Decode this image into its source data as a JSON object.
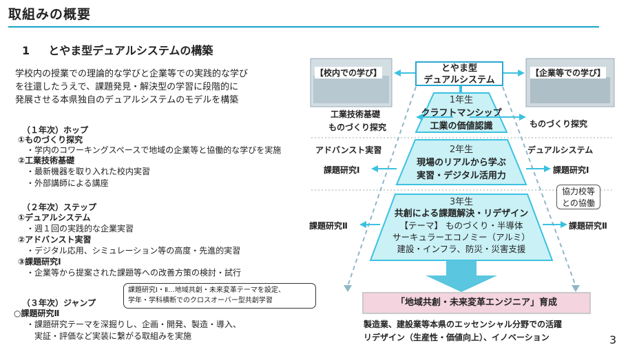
{
  "header": {
    "title": "取組みの概要",
    "section_number": "1",
    "section_title": "とやま型デュアルシステムの構築"
  },
  "intro": {
    "lines": [
      "学校内の授業での理論的な学びと企業等での実践的な学び",
      "を往還したうえで、課題発見・解決型の学習に段階的に",
      "発展させる本県独自のデュアルシステムのモデルを構築"
    ]
  },
  "year1": {
    "heading": "（１年次）ホップ",
    "item1_title": "①ものづくり探究",
    "item1_detail": "・学内のコワーキングスペースで地域の企業等と協働的な学びを実施",
    "item2_title": "②工業技術基礎",
    "item2_detail1": "・最新機器を取り入れた校内実習",
    "item2_detail2": "・外部講師による講座"
  },
  "year2": {
    "heading": "（２年次）ステップ",
    "item1_title": "①デュアルシステム",
    "item1_detail": "・週１回の実践的な企業実習",
    "item2_title": "②アドバンスト実習",
    "item2_detail": "・デジタル応用、シミュレーション等の高度・先進的実習",
    "item3_title": "③課題研究Ⅰ",
    "item3_detail": "・企業等から提案された課題等への改善方策の検討・試行"
  },
  "note": {
    "text": "課題研究Ⅰ・Ⅱ…地域共創・未来変革テーマを設定、\n学年・学科横断でのクロスオーバー型共創学習"
  },
  "year3": {
    "heading": "（３年次）ジャンプ",
    "item1_title": "○課題研究Ⅱ",
    "item1_detail1": "・課題研究テーマを深掘りし、企画・開発、製造・導入、",
    "item1_detail2": "実証・評価など実装に繋がる取組みを実施"
  },
  "diagram": {
    "left_header": "【校内での学び】",
    "right_header": "【企業等での学び】",
    "center_top_line1": "とやま型",
    "center_top_line2": "デュアルシステム",
    "tier1": {
      "year": "1年生",
      "line1": "クラフトマンシップ",
      "line2": "工業の価値認識"
    },
    "tier2": {
      "year": "2年生",
      "line1": "現場のリアルから学ぶ",
      "line2": "実習・デジタル活用力"
    },
    "tier3": {
      "year": "3年生",
      "line1": "共創による課題解決・リデザイン",
      "line2": "【テーマ】 ものづくり・半導体",
      "line3": "サーキュラーエコノミー（アルミ）",
      "line4": "建設・インフラ、防災・災害支援"
    },
    "left_y1_a": "工業技術基礎",
    "left_y1_b": "ものづくり探究",
    "right_y1": "ものづくり探究",
    "left_y2_top": "アドバンスト実習",
    "right_y2_top": "デュアルシステム",
    "left_y2": "課題研究Ⅰ",
    "right_y2": "課題研究Ⅰ",
    "left_y3": "課題研究Ⅱ",
    "right_y3": "課題研究Ⅱ",
    "coop_line1": "協力校等",
    "coop_line2": "との協働",
    "goal": "「地域共創・未来変革エンジニア」育成",
    "bottom_line1": "製造業、建設業等本県のエッセンシャル分野での活躍",
    "bottom_line2": "リデザイン（生産性・価値向上）、イノベーション",
    "colors": {
      "tier_fill": "#c9f1f6",
      "tier_stroke": "#3cc1e0",
      "arrow": "#5ac6df",
      "dashed": "#8fb6c7",
      "goal_fill": "#f4d4df",
      "accent": "#1aa3c8"
    }
  },
  "page_number": "3"
}
